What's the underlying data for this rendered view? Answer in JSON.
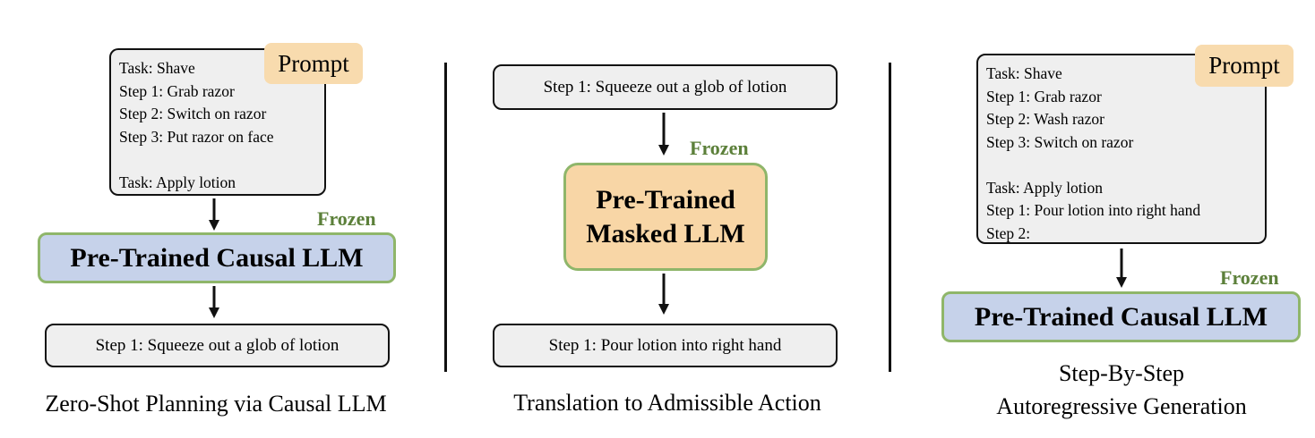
{
  "panels": [
    {
      "prompt_lines": [
        "Task: Shave",
        "Step 1: Grab razor",
        "Step 2: Switch on razor",
        "Step 3: Put razor on face",
        "",
        "Task: Apply lotion"
      ],
      "prompt_tag": "Prompt",
      "frozen": "Frozen",
      "model": "Pre-Trained Causal LLM",
      "output": "Step 1: Squeeze out a glob of lotion",
      "caption": "Zero-Shot Planning via Causal LLM"
    },
    {
      "input": "Step 1: Squeeze out a glob of lotion",
      "frozen": "Frozen",
      "model_line1": "Pre-Trained",
      "model_line2": "Masked LLM",
      "output": "Step 1: Pour lotion into right hand",
      "caption": "Translation to Admissible Action"
    },
    {
      "prompt_lines": [
        "Task: Shave",
        "Step 1: Grab razor",
        "Step 2: Wash razor",
        "Step 3: Switch on razor",
        "",
        "Task: Apply lotion",
        "Step 1: Pour lotion into right hand",
        "Step 2:"
      ],
      "prompt_tag": "Prompt",
      "frozen": "Frozen",
      "model": "Pre-Trained Causal LLM",
      "caption_line1": "Step-By-Step",
      "caption_line2": "Autoregressive Generation"
    }
  ]
}
